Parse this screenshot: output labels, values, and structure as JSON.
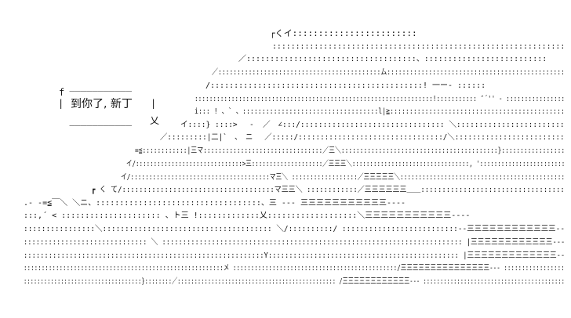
{
  "speech_bubble": {
    "f_mark": "f",
    "frame_top": "  ___________  ",
    "frame_bottom": "  ___________  ",
    "frame_left": "|",
    "frame_right": "|",
    "tail": "乂",
    "text": "到你了, 新丁"
  },
  "ascii_art": {
    "lines": [
      "┌くイ::::::::::::::::::::::::",
      ":::::::::::::::::::::::::::::::::::::::::::::::::::::::::::::::",
      "／::::::::::::::::::::::::::::::::::::、::::::::::::::::::::::::::",
      "／:::::::::::::::::::::::::::::::::::::::::::ム:::::::::::::::::::::::::::::::::::::::::::::::",
      "/:::::::::::::::::::::::::::::::::::::::::::::! 一ー‐ :::::: ",
      ":::::::::::::::::::::::::::::::::::::::::::::::::::::::::::::::::!::::::::::: ″´'' ‐ ::::::::::::::::",
      "i::: ! 、` 、:::::::::::::::::::::::::::::::::::l|≧:::::::::::::::::::::::::::::::::::::::::::::",
      "イ::::} ::::>　 ‐  ／　∠:::/:::::::::::::::::::::::::::::::: ＼::::::::::::::::::::::::",
      "／:::::::::|二|`　、　ニ　 ／:::::/:::::::::::::::::::::::::::::::::/＼:::::::::::::::::::::::::",
      "=≦::::::::::::|三マ::::::::::::::::::::::::::::::::／三＼::::::::::::::::::::::::::::::::::::::::::}:::::::::::::::::",
      "イ/::::::::::::::::::::::::::::::>三::::::::::::::::::::／三三三＼:::::::::::::::::::::::::::::::::, '::::::::::::::::::::::::",
      "イ/::::::::::::::::::::::::::::::::::::::マ三＼ ::::::::::::::::::／三三三三三＼:::::::::::::::::::::::::::::::::::::::::::::",
      "┏ く て/::::::::::::::::::::::::::::::::::::マ三三＼ ::::::::::::／三三三三三三＿＿::::::::::::::::::::::::::::::::::",
      ".- ‐=≦￣＼ ＼ニ、:::::::::::::::::::::::::::::::::::、三 ‐-‐ 三三三三三三三三三三三‐‐‐‐",
      ":::,´ < ::::::::::::::::::::: 、ト三 !:::::::::::::乂:::::::::::::::::::＼三三三三三三三三三三三‐‐‐‐",
      "::::::::::::::::＼:::::::::::::::::::::::::::::::::::::: ＼/::::::::::/ ::::::::::::::::::::::::::‐-三三三三三三三三三三三三‐‐",
      ":::::::::::::::::::::::::::::: ＼ ::::::::::::::::::::::::::::::::::::::::::::::::::::::::::::::::::::::::: |三三三三三三三三三三三三‐‐‐",
      "::::::::::::::::::::::::::::::::::::::::::::::::::::::::::Y:::::::::::::::::::::::::::::::::::::::::::::: |三三三三三三三三三三三三三‐‐",
      "::::::::::::::::::::::::::::::::::::::::::::::::::::::::メ ::::::::::::::::::::::::::::::::::::::::::::::/三三三三三三三三三三三三三三三‐‐‐ :::::::::::::::::",
      ":::::::::::::::::::::::::::::::::::}::::::::／::::::::::::::::::::::::::::::::::::::::::::::: /三三三三三三三三三三三三‐‐‐ ::::::::::::::::::::::::::::::::::::::::::"
    ]
  },
  "colors": {
    "background": "#ffffff",
    "ink": "#111111"
  }
}
